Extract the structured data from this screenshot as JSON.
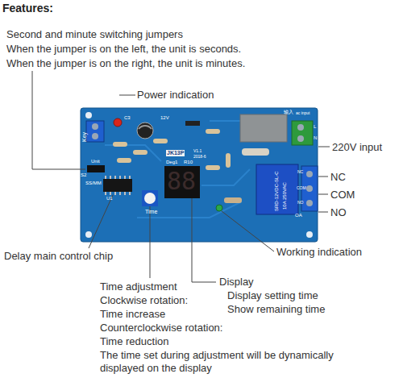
{
  "diagram": {
    "title": "Features:",
    "labels": [
      "Second and minute switching jumpers",
      "When the jumper is on the left, the unit is seconds.",
      "When the jumper is on the right, the unit is minutes.",
      "Power indication",
      "220V input",
      "NC",
      "COM",
      "NO",
      "Delay main control chip",
      "Working indication",
      "Display",
      "Display setting time",
      "Show remaining time",
      "Time adjustment",
      "Clockwise rotation:",
      "Time increase",
      "Counterclockwise rotation:",
      "Time reduction",
      "The time set during adjustment will be dynamically displayed on the display",
      "Key",
      "C3",
      "12V",
      "JK13P",
      "V1.1",
      "2018-6",
      "S2",
      "Unit",
      "SS/MM",
      "U1",
      "Time",
      "Deg1",
      "R10",
      "输入",
      "ac input",
      "L",
      "N",
      "SRD-12VDC-SL-C",
      "10A 250VAC",
      "NC",
      "COM",
      "NO",
      "OA",
      "88"
    ]
  }
}
